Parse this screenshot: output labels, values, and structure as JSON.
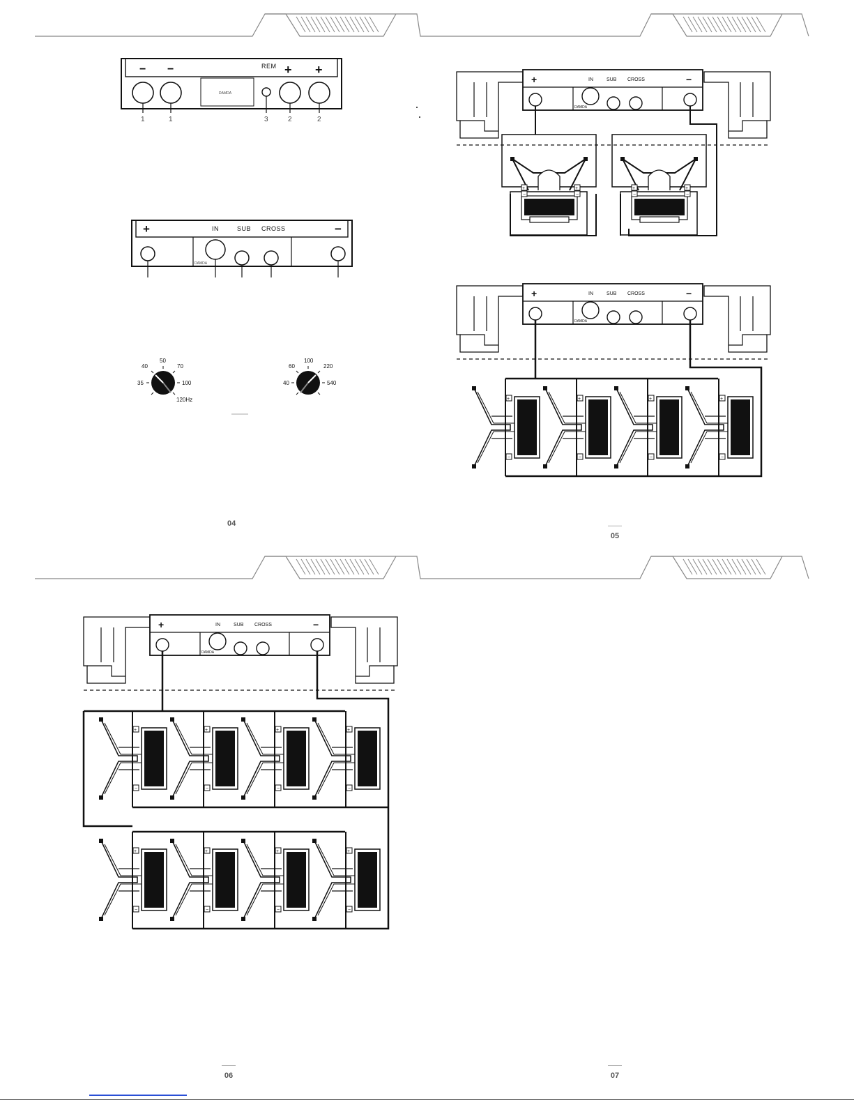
{
  "colors": {
    "ink": "#111111",
    "muted": "#888888",
    "link": "#2a4fd6",
    "paper": "#ffffff"
  },
  "terminal_panel": {
    "symbols": {
      "neg_1": "−",
      "neg_2": "−",
      "rem": "REM",
      "pos_1": "+",
      "pos_2": "+"
    },
    "brand": "DAMDA",
    "callouts": [
      "1",
      "1",
      "3",
      "2",
      "2"
    ]
  },
  "control_panel": {
    "plus": "+",
    "minus": "−",
    "in": "IN",
    "sub": "SUB",
    "cross": "CROSS",
    "brand": "DAMDA"
  },
  "sub_knob": {
    "marks": [
      "35",
      "40",
      "50",
      "70",
      "100",
      "120Hz"
    ]
  },
  "cross_knob": {
    "marks": [
      "40",
      "60",
      "100",
      "220",
      "540"
    ]
  },
  "diagrams": {
    "panel_plus": "+",
    "panel_minus": "−",
    "panel_in": "IN",
    "panel_sub": "SUB",
    "panel_cross": "CROSS",
    "brand": "DAMDA",
    "terminal_plus": "+",
    "terminal_minus": "−"
  },
  "page_numbers": {
    "p04": "04",
    "p05": "05",
    "p06": "06",
    "p07": "07"
  }
}
